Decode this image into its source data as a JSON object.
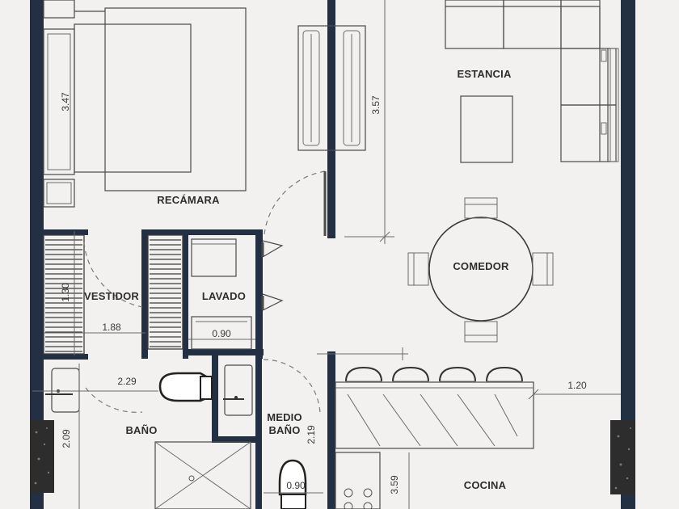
{
  "rooms": {
    "recamara": "RECÁMARA",
    "estancia": "ESTANCIA",
    "comedor": "COMEDOR",
    "vestidor": "VESTIDOR",
    "lavado": "LAVADO",
    "bano": "BAÑO",
    "medio_bano_line1": "MEDIO",
    "medio_bano_line2": "BAÑO",
    "cocina": "COCINA"
  },
  "dimensions": {
    "bed_347": "3.47",
    "wall_357": "3.57",
    "vestidor_130": "1.30",
    "vestidor_188": "1.88",
    "lavado_090": "0.90",
    "bano_229": "2.29",
    "bano_209": "2.09",
    "kitchen_120": "1.20",
    "medio_219": "2.19",
    "toilet_090": "0.90",
    "cocina_359": "3.59"
  },
  "colors": {
    "background": "#f2f1ef",
    "wall": "#233044",
    "line": "#4a4a4a"
  }
}
